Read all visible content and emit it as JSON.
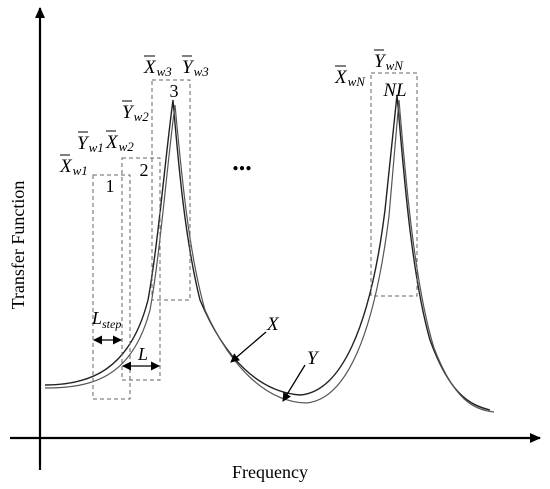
{
  "axes": {
    "x_label": "Frequency",
    "y_label": "Transfer Function"
  },
  "windows": [
    {
      "id": "1",
      "x_label": "X",
      "x_sub": "w1",
      "y_label": "Y",
      "y_sub": "w1"
    },
    {
      "id": "2",
      "x_label": "X",
      "x_sub": "w2",
      "y_label": "Y",
      "y_sub": "w2"
    },
    {
      "id": "3",
      "x_label": "X",
      "x_sub": "w3",
      "y_label": "Y",
      "y_sub": "w3"
    },
    {
      "id": "NL",
      "x_label": "X",
      "x_sub": "wN",
      "y_label": "Y",
      "y_sub": "wN"
    }
  ],
  "ellipsis": "...",
  "dimensions": {
    "step": {
      "main": "L",
      "sub": "step"
    },
    "length": {
      "main": "L"
    }
  },
  "curves": {
    "x_name": "X",
    "y_name": "Y"
  },
  "colors": {
    "curve_x": "#222222",
    "curve_y": "#555555",
    "box": "#666666",
    "axis": "#000000"
  }
}
